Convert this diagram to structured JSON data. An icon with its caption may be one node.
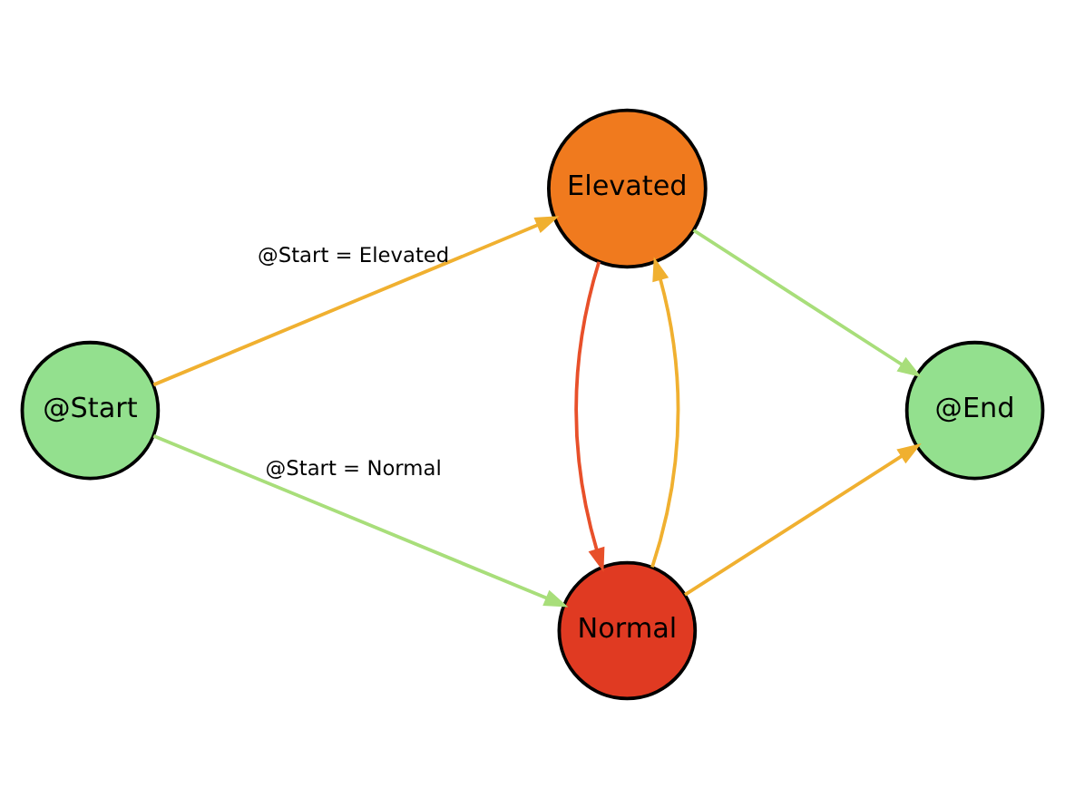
{
  "diagram": {
    "nodes": [
      {
        "text": [
          "@Start"
        ]
      },
      {
        "text": [
          "Normal"
        ]
      },
      {
        "text": [
          "Elevated"
        ]
      },
      {
        "text": [
          "@End"
        ]
      }
    ],
    "edges": [
      {
        "from": 0,
        "to": 1,
        "arrow": "to",
        "label": "@Start = Normal",
        "color": "#a8de7a"
      },
      {
        "from": 0,
        "to": 2,
        "arrow": "to",
        "label": "@Start = Elevated"
      },
      {
        "from": 1,
        "to": 3,
        "arrow": "to"
      },
      {
        "from": 1,
        "to": 2,
        "arrow": "to"
      },
      {
        "from": 2,
        "to": 1,
        "arrow": "to",
        "color": "#e8502a"
      },
      {
        "from": 2,
        "to": 3,
        "arrow": "to",
        "color": "#a8de7a"
      }
    ]
  }
}
